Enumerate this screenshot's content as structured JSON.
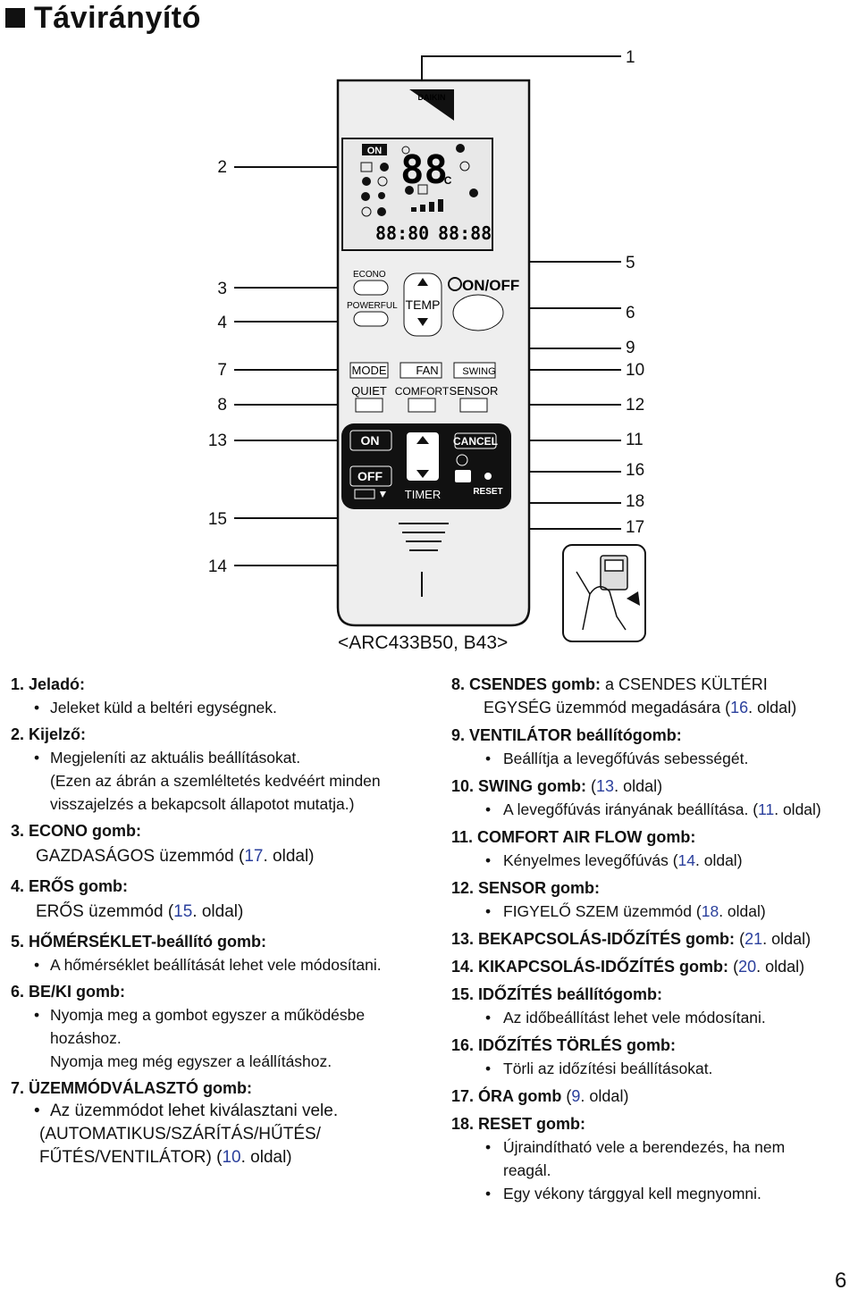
{
  "header": {
    "title": "Távirányító"
  },
  "callouts": {
    "right": [
      {
        "n": "1"
      },
      {
        "n": "5"
      },
      {
        "n": "6"
      },
      {
        "n": "9"
      },
      {
        "n": "10"
      },
      {
        "n": "12"
      },
      {
        "n": "11"
      },
      {
        "n": "16"
      },
      {
        "n": "18"
      },
      {
        "n": "17"
      }
    ],
    "left": [
      {
        "n": "2"
      },
      {
        "n": "3"
      },
      {
        "n": "4"
      },
      {
        "n": "7"
      },
      {
        "n": "8"
      },
      {
        "n": "13"
      },
      {
        "n": "15"
      },
      {
        "n": "14"
      }
    ]
  },
  "remote": {
    "brand": "DAIKIN",
    "lcd": {
      "on": "ON",
      "temp": "88",
      "unit": "°C",
      "time1": "88:80",
      "time2": "88:88"
    },
    "buttons": {
      "econo": "ECONO",
      "powerful": "POWERFUL",
      "temp": "TEMP",
      "onoff": "ON/OFF",
      "mode": "MODE",
      "fan": "FAN",
      "swing": "SWING",
      "quiet": "QUIET",
      "comfort": "COMFORT",
      "sensor": "SENSOR",
      "on": "ON",
      "off": "OFF",
      "cancel": "CANCEL",
      "timer": "TIMER",
      "reset": "RESET"
    }
  },
  "model": "<ARC433B50, B43>",
  "page_number": "6",
  "left_items": [
    {
      "num": "1.",
      "title": "Jeladó:",
      "lines": [
        {
          "t": "Jeleket küld a beltéri egységnek.",
          "dot": true
        }
      ]
    },
    {
      "num": "2.",
      "title": "Kijelző:",
      "lines": [
        {
          "t": "Megjeleníti az aktuális beállításokat.",
          "dot": true
        },
        {
          "t": "(Ezen az ábrán a szemléltetés kedvéért minden",
          "dot": false
        },
        {
          "t": "visszajelzés a bekapcsolt állapotot mutatja.)",
          "dot": false
        }
      ]
    },
    {
      "num": "3.",
      "title": "ECONO gomb:",
      "desc": [
        "GAZDASÁGOS üzemmód (",
        "17",
        ". oldal)"
      ]
    },
    {
      "num": "4.",
      "title": "ERŐS gomb:",
      "desc": [
        "ERŐS üzemmód (",
        "15",
        ". oldal)"
      ]
    },
    {
      "num": "5.",
      "title": "HŐMÉRSÉKLET-beállító gomb:",
      "lines": [
        {
          "t": "A hőmérséklet beállítását lehet vele módosítani.",
          "dot": true
        }
      ]
    },
    {
      "num": "6.",
      "title": "BE/KI gomb:",
      "lines": [
        {
          "t": "Nyomja meg a gombot egyszer a működésbe",
          "dot": true
        },
        {
          "t": "hozáshoz.",
          "dot": false
        },
        {
          "t": "Nyomja meg még egyszer a leállításhoz.",
          "dot": false
        }
      ]
    },
    {
      "num": "7.",
      "title": "ÜZEMMÓDVÁLASZTÓ gomb:",
      "lines": [
        {
          "t": "Az üzemmódot lehet kiválasztani vele.",
          "dot": true
        }
      ],
      "extra": [
        "(AUTOMATIKUS/SZÁRÍTÁS/HŰTÉS/",
        "FŰTÉS/VENTILÁTOR) (",
        "10",
        ". oldal)"
      ]
    }
  ],
  "right_items": [
    {
      "num": "8.",
      "title": "CSENDES gomb:",
      "rest": " a CSENDES KÜLTÉRI",
      "cont": [
        "EGYSÉG üzemmód megadására (",
        "16",
        ". oldal)"
      ]
    },
    {
      "num": "9.",
      "title": "VENTILÁTOR beállítógomb:",
      "lines": [
        {
          "t": "Beállítja a levegőfúvás sebességét."
        }
      ]
    },
    {
      "num": "10.",
      "title": "SWING gomb:",
      "ref": [
        "(",
        "13",
        ". oldal)"
      ],
      "lines": [
        {
          "t": "A levegőfúvás irányának beállítása. (",
          "p": "11",
          "e": ". oldal)"
        }
      ]
    },
    {
      "num": "11.",
      "title": "COMFORT AIR FLOW gomb:",
      "lines": [
        {
          "t": "Kényelmes levegőfúvás (",
          "p": "14",
          "e": ". oldal)"
        }
      ]
    },
    {
      "num": "12.",
      "title": "SENSOR gomb:",
      "lines": [
        {
          "t": "FIGYELŐ SZEM üzemmód (",
          "p": "18",
          "e": ". oldal)"
        }
      ]
    },
    {
      "num": "13.",
      "title": "BEKAPCSOLÁS-IDŐZÍTÉS gomb:",
      "ref": [
        "(",
        "21",
        ". oldal)"
      ]
    },
    {
      "num": "14.",
      "title": "KIKAPCSOLÁS-IDŐZÍTÉS gomb:",
      "ref": [
        "(",
        "20",
        ". oldal)"
      ]
    },
    {
      "num": "15.",
      "title": "IDŐZÍTÉS beállítógomb:",
      "lines": [
        {
          "t": "Az időbeállítást lehet vele módosítani."
        }
      ]
    },
    {
      "num": "16.",
      "title": "IDŐZÍTÉS TÖRLÉS gomb:",
      "lines": [
        {
          "t": "Törli az időzítési beállításokat."
        }
      ]
    },
    {
      "num": "17.",
      "title": "ÓRA gomb",
      "ref": [
        "(",
        "9",
        ". oldal)"
      ]
    },
    {
      "num": "18.",
      "title": "RESET gomb:",
      "lines": [
        {
          "t": "Újraindítható vele a berendezés, ha nem"
        },
        {
          "t": "reagál.",
          "nodot": true
        },
        {
          "t": "Egy vékony tárggyal kell megnyomni."
        }
      ]
    }
  ]
}
